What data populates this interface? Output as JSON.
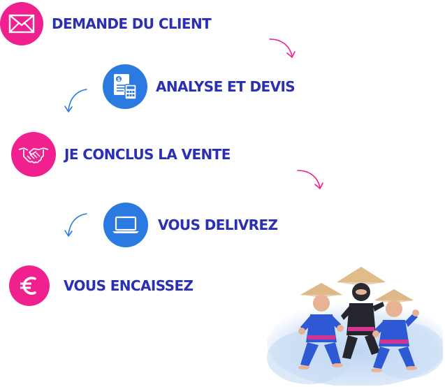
{
  "steps": [
    {
      "label": "DEMANDE DU CLIENT",
      "icon": "envelope-icon",
      "color": "#f1208f"
    },
    {
      "label": "ANALYSE ET DEVIS",
      "icon": "invoice-calculator-icon",
      "color": "#2a7ae2"
    },
    {
      "label": "JE CONCLUS LA VENTE",
      "icon": "handshake-icon",
      "color": "#f1208f"
    },
    {
      "label": "VOUS DELIVREZ",
      "icon": "laptop-icon",
      "color": "#2a7ae2"
    },
    {
      "label": "VOUS ENCAISSEZ",
      "icon": "euro-icon",
      "color": "#f1208f"
    }
  ],
  "colors": {
    "text": "#2a2fb3",
    "pink": "#f1208f",
    "blue": "#2a7ae2"
  },
  "illustration": "ninja-team-illustration"
}
